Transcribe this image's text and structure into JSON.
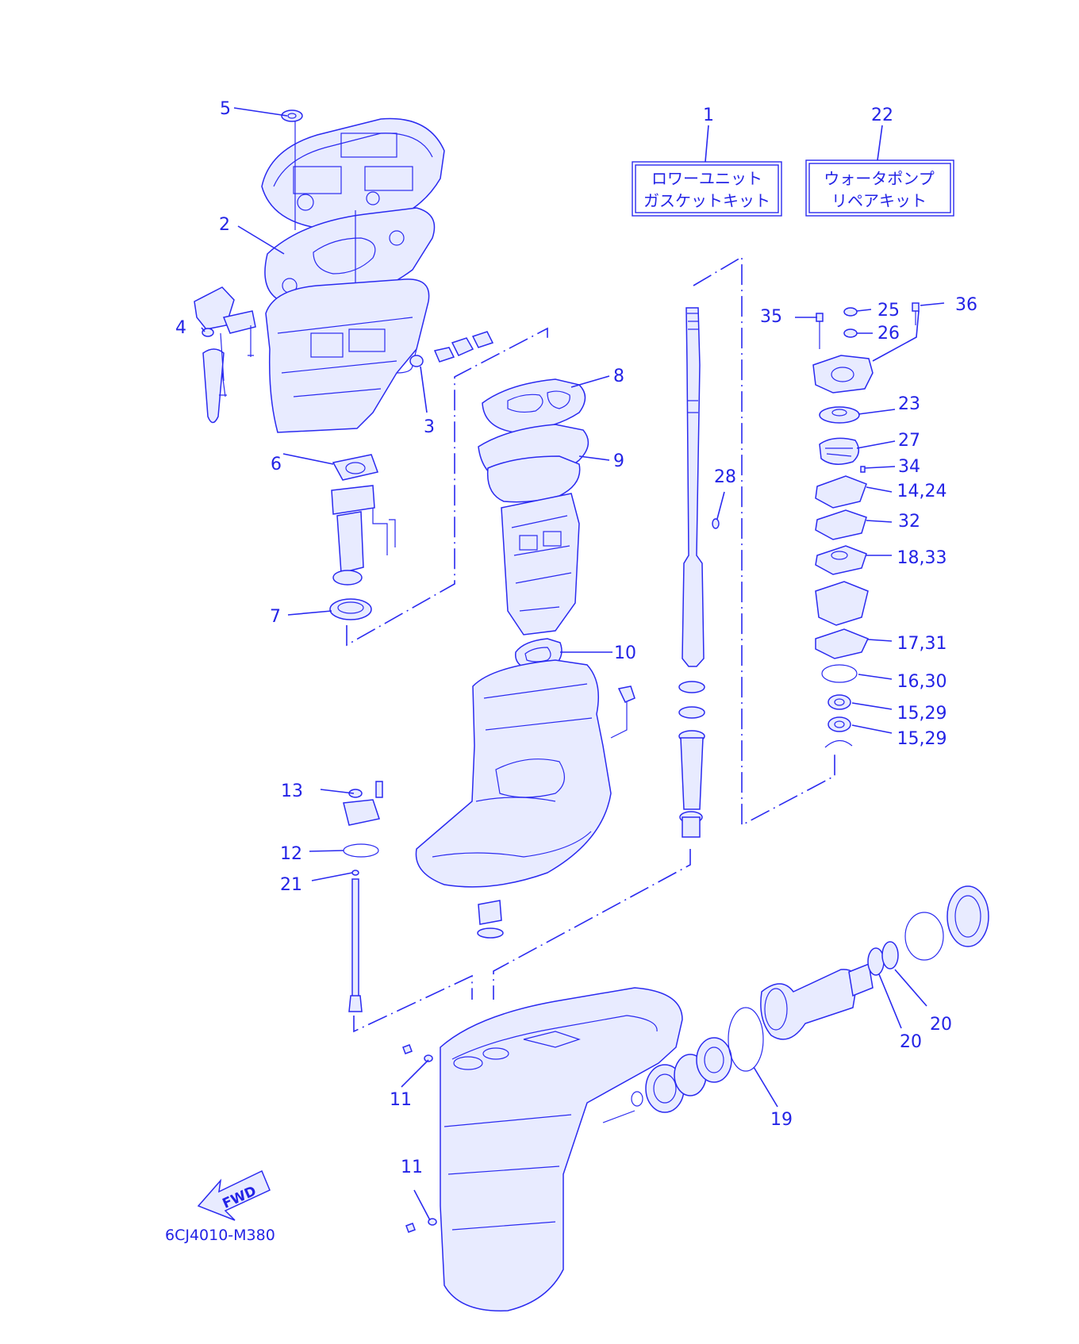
{
  "colors": {
    "ink": "#2323e6",
    "background": "#ffffff"
  },
  "callouts": {
    "c1": "1",
    "c2": "2",
    "c3": "3",
    "c4": "4",
    "c5": "5",
    "c6": "6",
    "c7": "7",
    "c8": "8",
    "c9": "9",
    "c10": "10",
    "c11a": "11",
    "c11b": "11",
    "c12": "12",
    "c13": "13",
    "c14_24": "14,24",
    "c15_29a": "15,29",
    "c15_29b": "15,29",
    "c16_30": "16,30",
    "c17_31": "17,31",
    "c18_33": "18,33",
    "c19": "19",
    "c20a": "20",
    "c20b": "20",
    "c21": "21",
    "c22": "22",
    "c23": "23",
    "c25": "25",
    "c26": "26",
    "c27": "27",
    "c28": "28",
    "c32": "32",
    "c34": "34",
    "c35": "35",
    "c36": "36"
  },
  "kits": {
    "lower_unit": {
      "line1": "ロワーユニット",
      "line2": "ガスケットキット"
    },
    "water_pump": {
      "line1": "ウォータポンプ",
      "line2": "リペアキット"
    }
  },
  "fwd_label": "FWD",
  "figure_code": "6CJ4010-M380"
}
